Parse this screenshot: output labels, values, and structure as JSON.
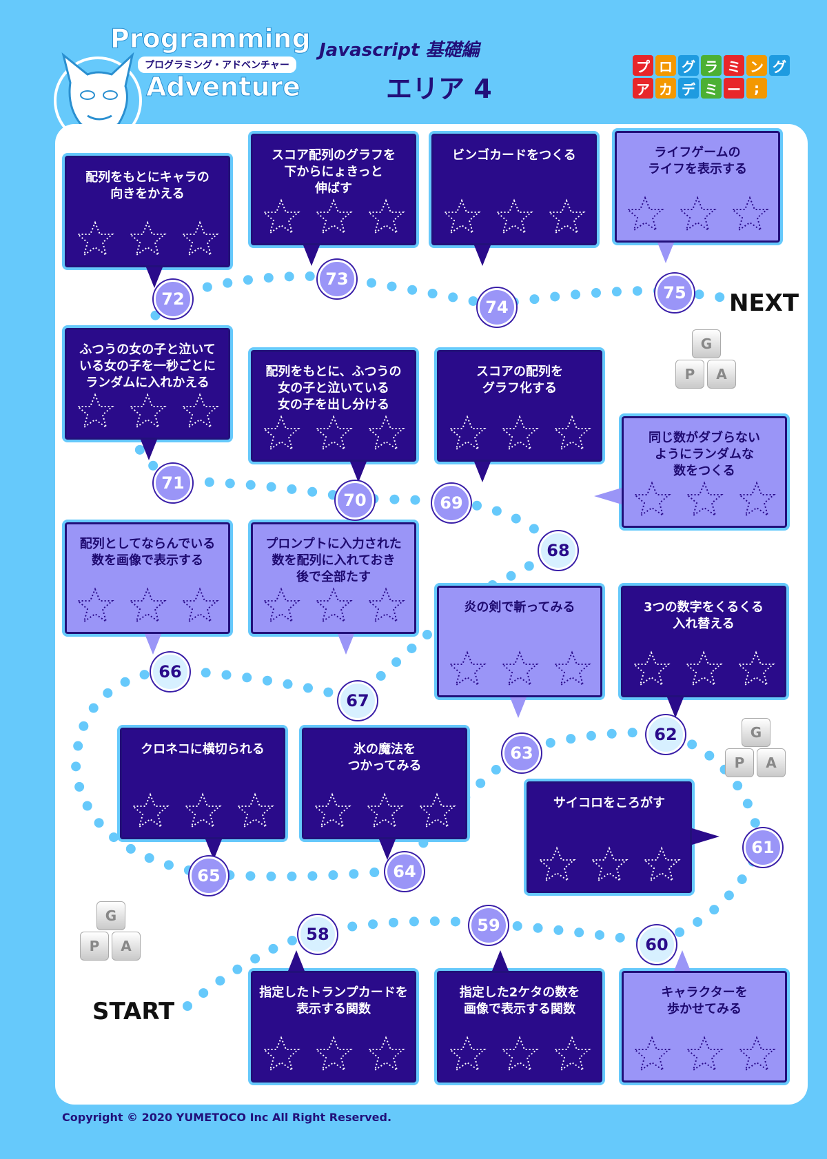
{
  "header": {
    "title_line1": "Programming",
    "title_ruby": "プログラミング・アドベンチャー",
    "title_line2": "Adventure",
    "language": "Javascript 基礎編",
    "area": "エリア 4",
    "logo_row1": [
      "プ",
      "ロ",
      "グ",
      "ラ",
      "ミ",
      "ン",
      "グ"
    ],
    "logo_row2": [
      "ア",
      "カ",
      "デ",
      "ミ",
      "ー",
      ";"
    ],
    "logo_colors": [
      "#e8262a",
      "#f39800",
      "#1e9be0",
      "#4cb034",
      "#e8262a",
      "#f39800",
      "#1e9be0"
    ]
  },
  "board": {
    "start_label": "START",
    "next_label": "NEXT",
    "keys": [
      "G",
      "P",
      "A"
    ]
  },
  "colors": {
    "dark": "#2a0b8a",
    "light": "#9a95f7",
    "path": "#66c9fb",
    "border": "#66c9fb"
  },
  "cards": [
    {
      "num": "58",
      "label": "指定したトランプカードを\n表示する関数",
      "style": "dark"
    },
    {
      "num": "59",
      "label": "指定した2ケタの数を\n画像で表示する関数",
      "style": "dark"
    },
    {
      "num": "60",
      "label": "キャラクターを\n歩かせてみる",
      "style": "light"
    },
    {
      "num": "61",
      "label": "サイコロをころがす",
      "style": "dark"
    },
    {
      "num": "62",
      "label": "3つの数字をくるくる\n入れ替える",
      "style": "dark"
    },
    {
      "num": "63",
      "label": "炎の剣で斬ってみる",
      "style": "light"
    },
    {
      "num": "64",
      "label": "氷の魔法を\nつかってみる",
      "style": "dark"
    },
    {
      "num": "65",
      "label": "クロネコに横切られる",
      "style": "dark"
    },
    {
      "num": "66",
      "label": "配列としてならんでいる\n数を画像で表示する",
      "style": "light"
    },
    {
      "num": "67",
      "label": "プロンプトに入力された\n数を配列に入れておき\n後で全部たす",
      "style": "light"
    },
    {
      "num": "68",
      "label": "同じ数がダブらない\nようにランダムな\n数をつくる",
      "style": "light"
    },
    {
      "num": "69",
      "label": "スコアの配列を\nグラフ化する",
      "style": "dark"
    },
    {
      "num": "70",
      "label": "配列をもとに、ふつうの\n女の子と泣いている\n女の子を出し分ける",
      "style": "dark"
    },
    {
      "num": "71",
      "label": "ふつうの女の子と泣いて\nいる女の子を一秒ごとに\nランダムに入れかえる",
      "style": "dark"
    },
    {
      "num": "72",
      "label": "配列をもとにキャラの\n向きをかえる",
      "style": "dark"
    },
    {
      "num": "73",
      "label": "スコア配列のグラフを\n下からにょきっと\n伸ばす",
      "style": "dark"
    },
    {
      "num": "74",
      "label": "ビンゴカードをつくる",
      "style": "dark"
    },
    {
      "num": "75",
      "label": "ライフゲームの\nライフを表示する",
      "style": "light"
    }
  ],
  "footer": {
    "copyright": "Copyright ©  2020 YUMETOCO Inc All Right Reserved."
  }
}
